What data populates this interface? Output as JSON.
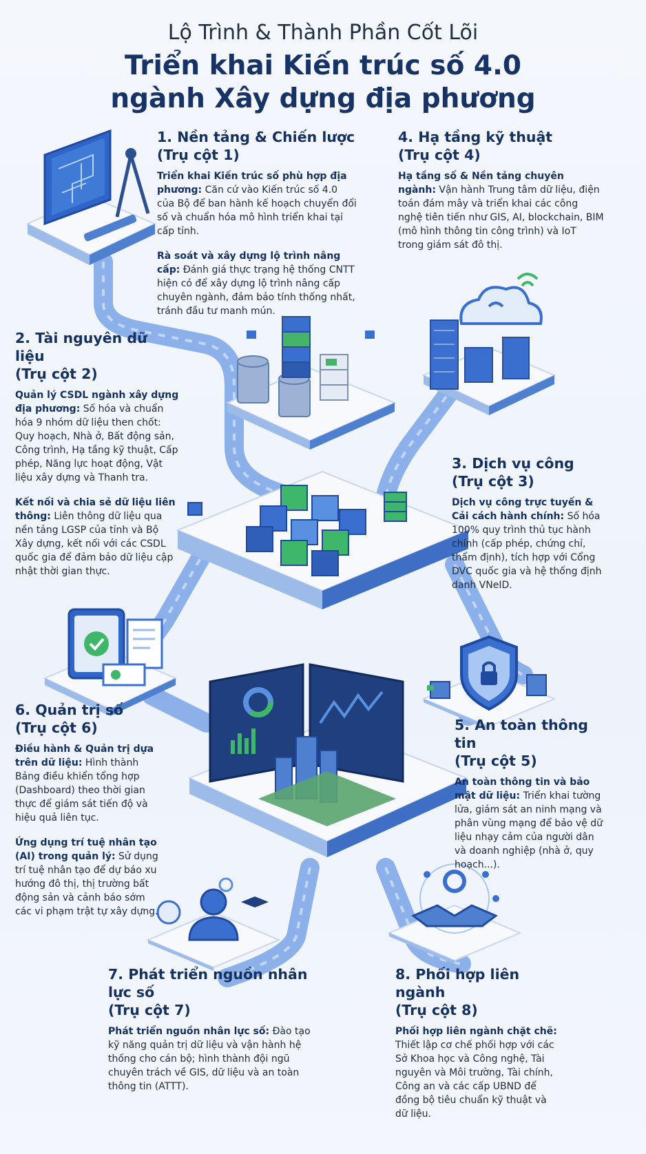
{
  "header": {
    "super_title": "Lộ Trình & Thành Phần Cốt Lõi",
    "title_line1": "Triển khai Kiến trúc số 4.0",
    "title_line2": "ngành Xây dựng địa phương"
  },
  "pillars": {
    "p1": {
      "title": "1. Nền tảng & Chiến lược",
      "subtitle": "(Trụ cột 1)",
      "items": [
        {
          "lead": "Triển khai Kiến trúc số phù hợp địa phương:",
          "body": "Căn cứ vào Kiến trúc số 4.0 của Bộ để ban hành kế hoạch chuyển đổi số và chuẩn hóa mô hình triển khai tại cấp tỉnh."
        },
        {
          "lead": "Rà soát và xây dựng lộ trình nâng cấp:",
          "body": "Đánh giá thực trạng hệ thống CNTT hiện có để xây dựng lộ trình nâng cấp chuyên ngành, đảm bảo tính thống nhất, tránh đầu tư manh mún."
        }
      ]
    },
    "p2": {
      "title": "2. Tài nguyên dữ liệu",
      "subtitle": "(Trụ cột 2)",
      "items": [
        {
          "lead": "Quản lý CSDL ngành xây dựng địa phương:",
          "body": "Số hóa và chuẩn hóa 9 nhóm dữ liệu then chốt: Quy hoạch, Nhà ở, Bất động sản, Công trình, Hạ tầng kỹ thuật, Cấp phép, Năng lực hoạt động, Vật liệu xây dựng và Thanh tra."
        },
        {
          "lead": "Kết nối và chia sẻ dữ liệu liên thông:",
          "body": "Liên thông dữ liệu qua nền tảng LGSP của tỉnh và Bộ Xây dựng, kết nối với các CSDL quốc gia để đảm bảo dữ liệu cập nhật thời gian thực."
        }
      ]
    },
    "p3": {
      "title": "3. Dịch vụ công",
      "subtitle": "(Trụ cột 3)",
      "items": [
        {
          "lead": "Dịch vụ công trực tuyến & Cải cách hành chính:",
          "body": "Số hóa 100% quy trình thủ tục hành chính (cấp phép, chứng chỉ, thẩm định), tích hợp với Cổng DVC quốc gia và hệ thống định danh VNeID."
        }
      ]
    },
    "p4": {
      "title": "4. Hạ tầng kỹ thuật",
      "subtitle": "(Trụ cột 4)",
      "items": [
        {
          "lead": "Hạ tầng số & Nền tảng chuyên ngành:",
          "body": "Vận hành Trung tâm dữ liệu, điện toán đám mây và triển khai các công nghệ tiên tiến như GIS, AI, blockchain, BIM (mô hình thông tin công trình) và IoT trong giám sát đô thị."
        }
      ]
    },
    "p5": {
      "title": "5. An toàn thông tin",
      "subtitle": "(Trụ cột 5)",
      "items": [
        {
          "lead": "An toàn thông tin và bảo mật dữ liệu:",
          "body": "Triển khai tường lửa, giám sát an ninh mạng và phân vùng mạng để bảo vệ dữ liệu nhạy cảm của người dân và doanh nghiệp (nhà ở, quy hoạch...)."
        }
      ]
    },
    "p6": {
      "title": "6. Quản trị số",
      "subtitle": "(Trụ cột 6)",
      "items": [
        {
          "lead": "Điều hành & Quản trị dựa trên dữ liệu:",
          "body": "Hình thành Bảng điều khiển tổng hợp (Dashboard) theo thời gian thực để giám sát tiến độ và hiệu quả liên tục."
        },
        {
          "lead": "Ứng dụng trí tuệ nhân tạo (AI) trong quản lý:",
          "body": "Sử dụng trí tuệ nhân tạo để dự báo xu hướng đô thị, thị trường bất động sản và cảnh báo sớm các vi phạm trật tự xây dựng."
        }
      ]
    },
    "p7": {
      "title": "7. Phát triển nguồn nhân lực số",
      "subtitle": "(Trụ cột 7)",
      "items": [
        {
          "lead": "Phát triển nguồn nhân lực số:",
          "body": "Đào tạo kỹ năng quản trị dữ liệu và vận hành hệ thống cho cán bộ; hình thành đội ngũ chuyên trách về GIS, dữ liệu và an toàn thông tin (ATTT)."
        }
      ]
    },
    "p8": {
      "title": "8. Phối hợp liên ngành",
      "subtitle": "(Trụ cột 8)",
      "items": [
        {
          "lead": "Phối hợp liên ngành chặt chẽ:",
          "body": "Thiết lập cơ chế phối hợp với các Sở Khoa học và Công nghệ, Tài nguyên và Môi trường, Tài chính, Công an và các cấp UBND để đồng bộ tiêu chuẩn kỹ thuật và dữ liệu."
        }
      ]
    }
  },
  "colors": {
    "navy": "#14305e",
    "primary_blue": "#2f64c8",
    "road_blue": "#6f9ce0",
    "platform_white": "#f7f9fd",
    "accent_green": "#3fb76a"
  }
}
